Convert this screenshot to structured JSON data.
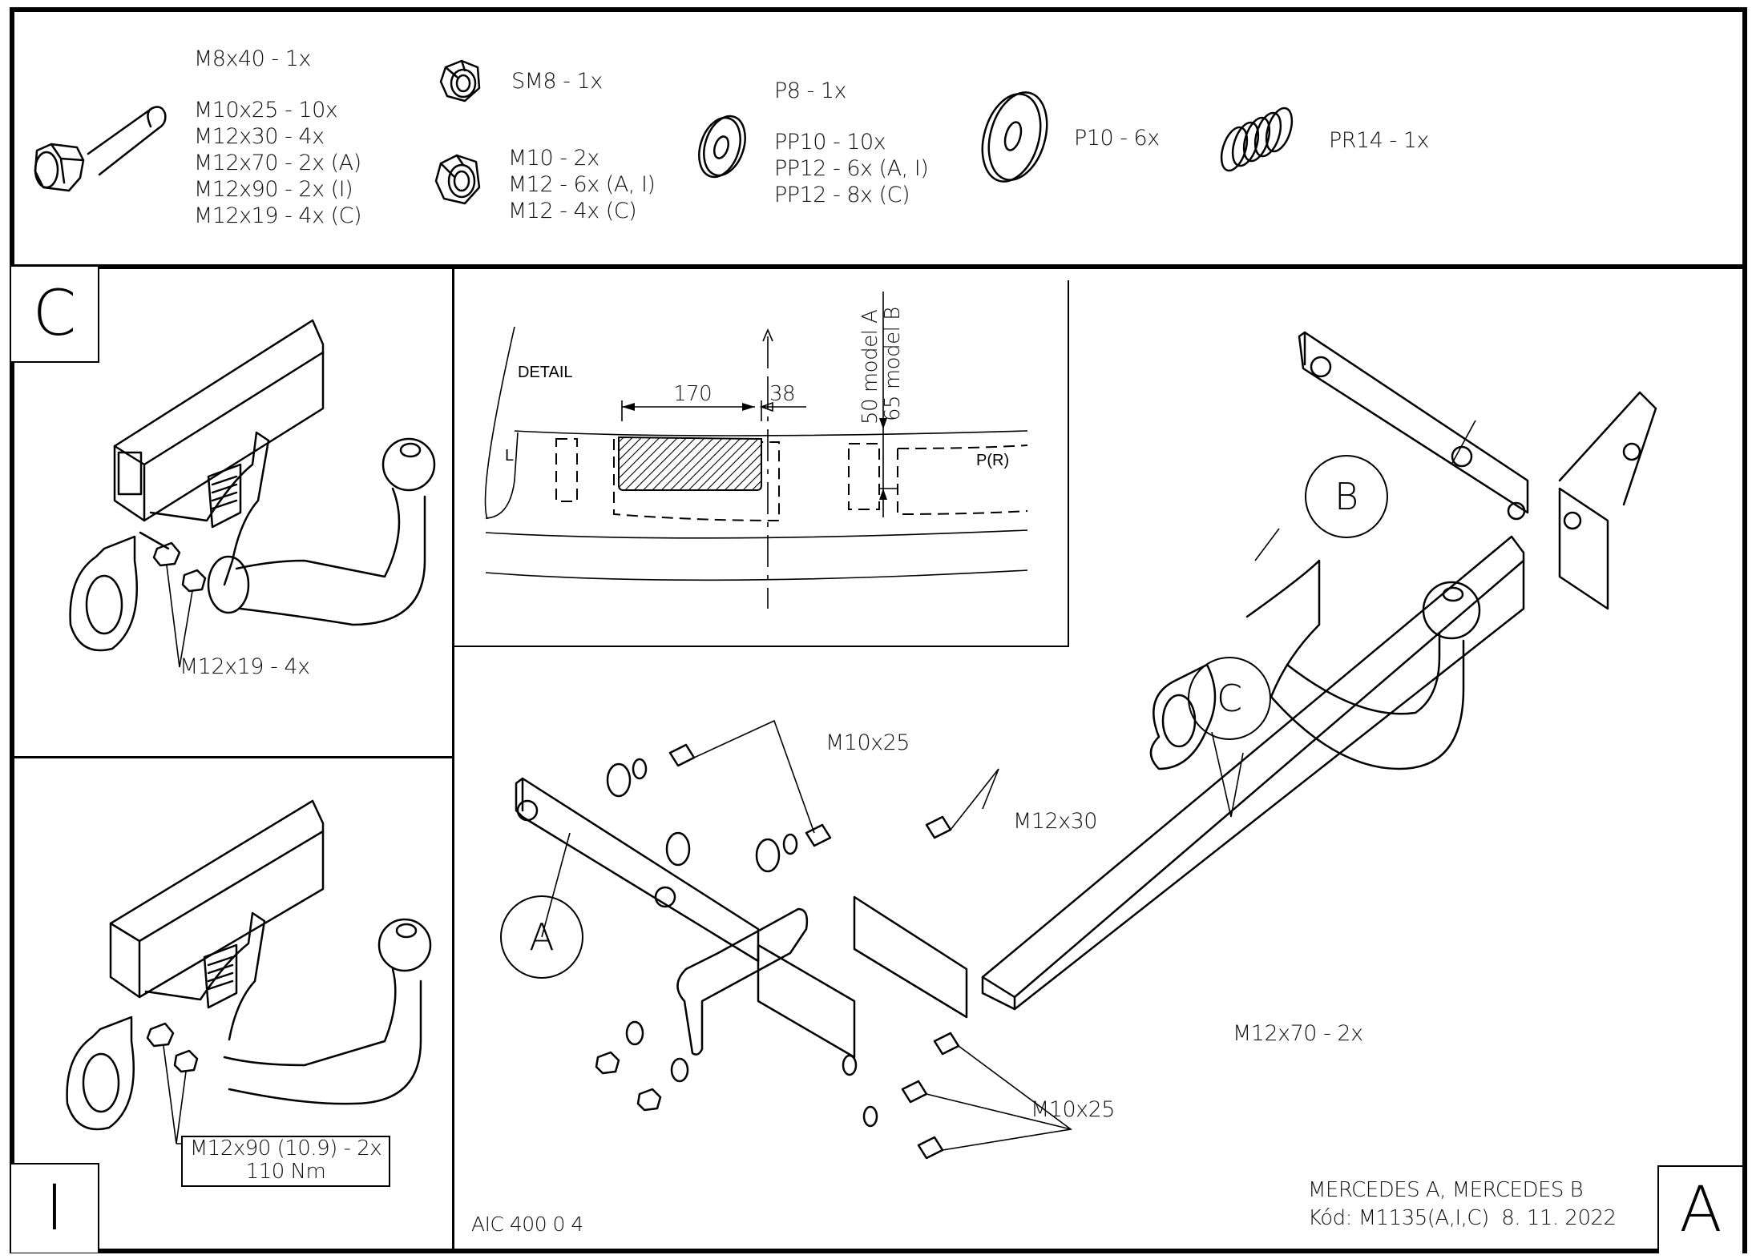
{
  "parts_list": {
    "bolts": {
      "icon": "hex-bolt-icon",
      "items": [
        "M8x40 - 1x",
        "M10x25 - 10x",
        "M12x30 - 4x",
        "M12x70 - 2x (A)",
        "M12x90 - 2x (I)",
        "M12x19 - 4x (C)"
      ]
    },
    "self_locking_nut": {
      "icon": "lock-nut-icon",
      "items": [
        "SM8 - 1x"
      ]
    },
    "nuts": {
      "icon": "hex-nut-icon",
      "items": [
        "M10 - 2x",
        "M12 - 6x (A, I)",
        "M12 - 4x (C)"
      ]
    },
    "washers": {
      "icon": "washer-icon",
      "items": [
        "P8 - 1x",
        "PP10 - 10x",
        "PP12 - 6x (A, I)",
        "PP12 - 8x (C)"
      ]
    },
    "large_washer": {
      "icon": "large-washer-icon",
      "items": [
        "P10 - 6x"
      ]
    },
    "spring": {
      "icon": "spring-icon",
      "items": [
        "PR14 - 1x"
      ]
    }
  },
  "panel_c": {
    "letter": "C",
    "callout": "M12x19 - 4x"
  },
  "panel_i": {
    "letter": "I",
    "callout_line1": "M12x90 (10.9) - 2x",
    "callout_line2": "110 Nm"
  },
  "detail": {
    "title": "DETAIL",
    "dim_left": "170",
    "dim_right": "38",
    "dim_vertical_a": "50 model A",
    "dim_vertical_b": "65 model B",
    "side_left": "L",
    "side_right": "P(R)"
  },
  "main": {
    "bubbles": [
      "A",
      "B",
      "C"
    ],
    "callouts": {
      "m10x25_top": "M10x25",
      "m12x30": "M12x30",
      "m12x70": "M12x70 - 2x",
      "m10x25_bottom": "M10x25"
    },
    "drawing_code": "AIC 400 0 4"
  },
  "title_block": {
    "vehicle": "MERCEDES A, MERCEDES B",
    "code_line": "Kód: M1135(A,I,C)  8. 11. 2022",
    "variant_letter": "A"
  }
}
